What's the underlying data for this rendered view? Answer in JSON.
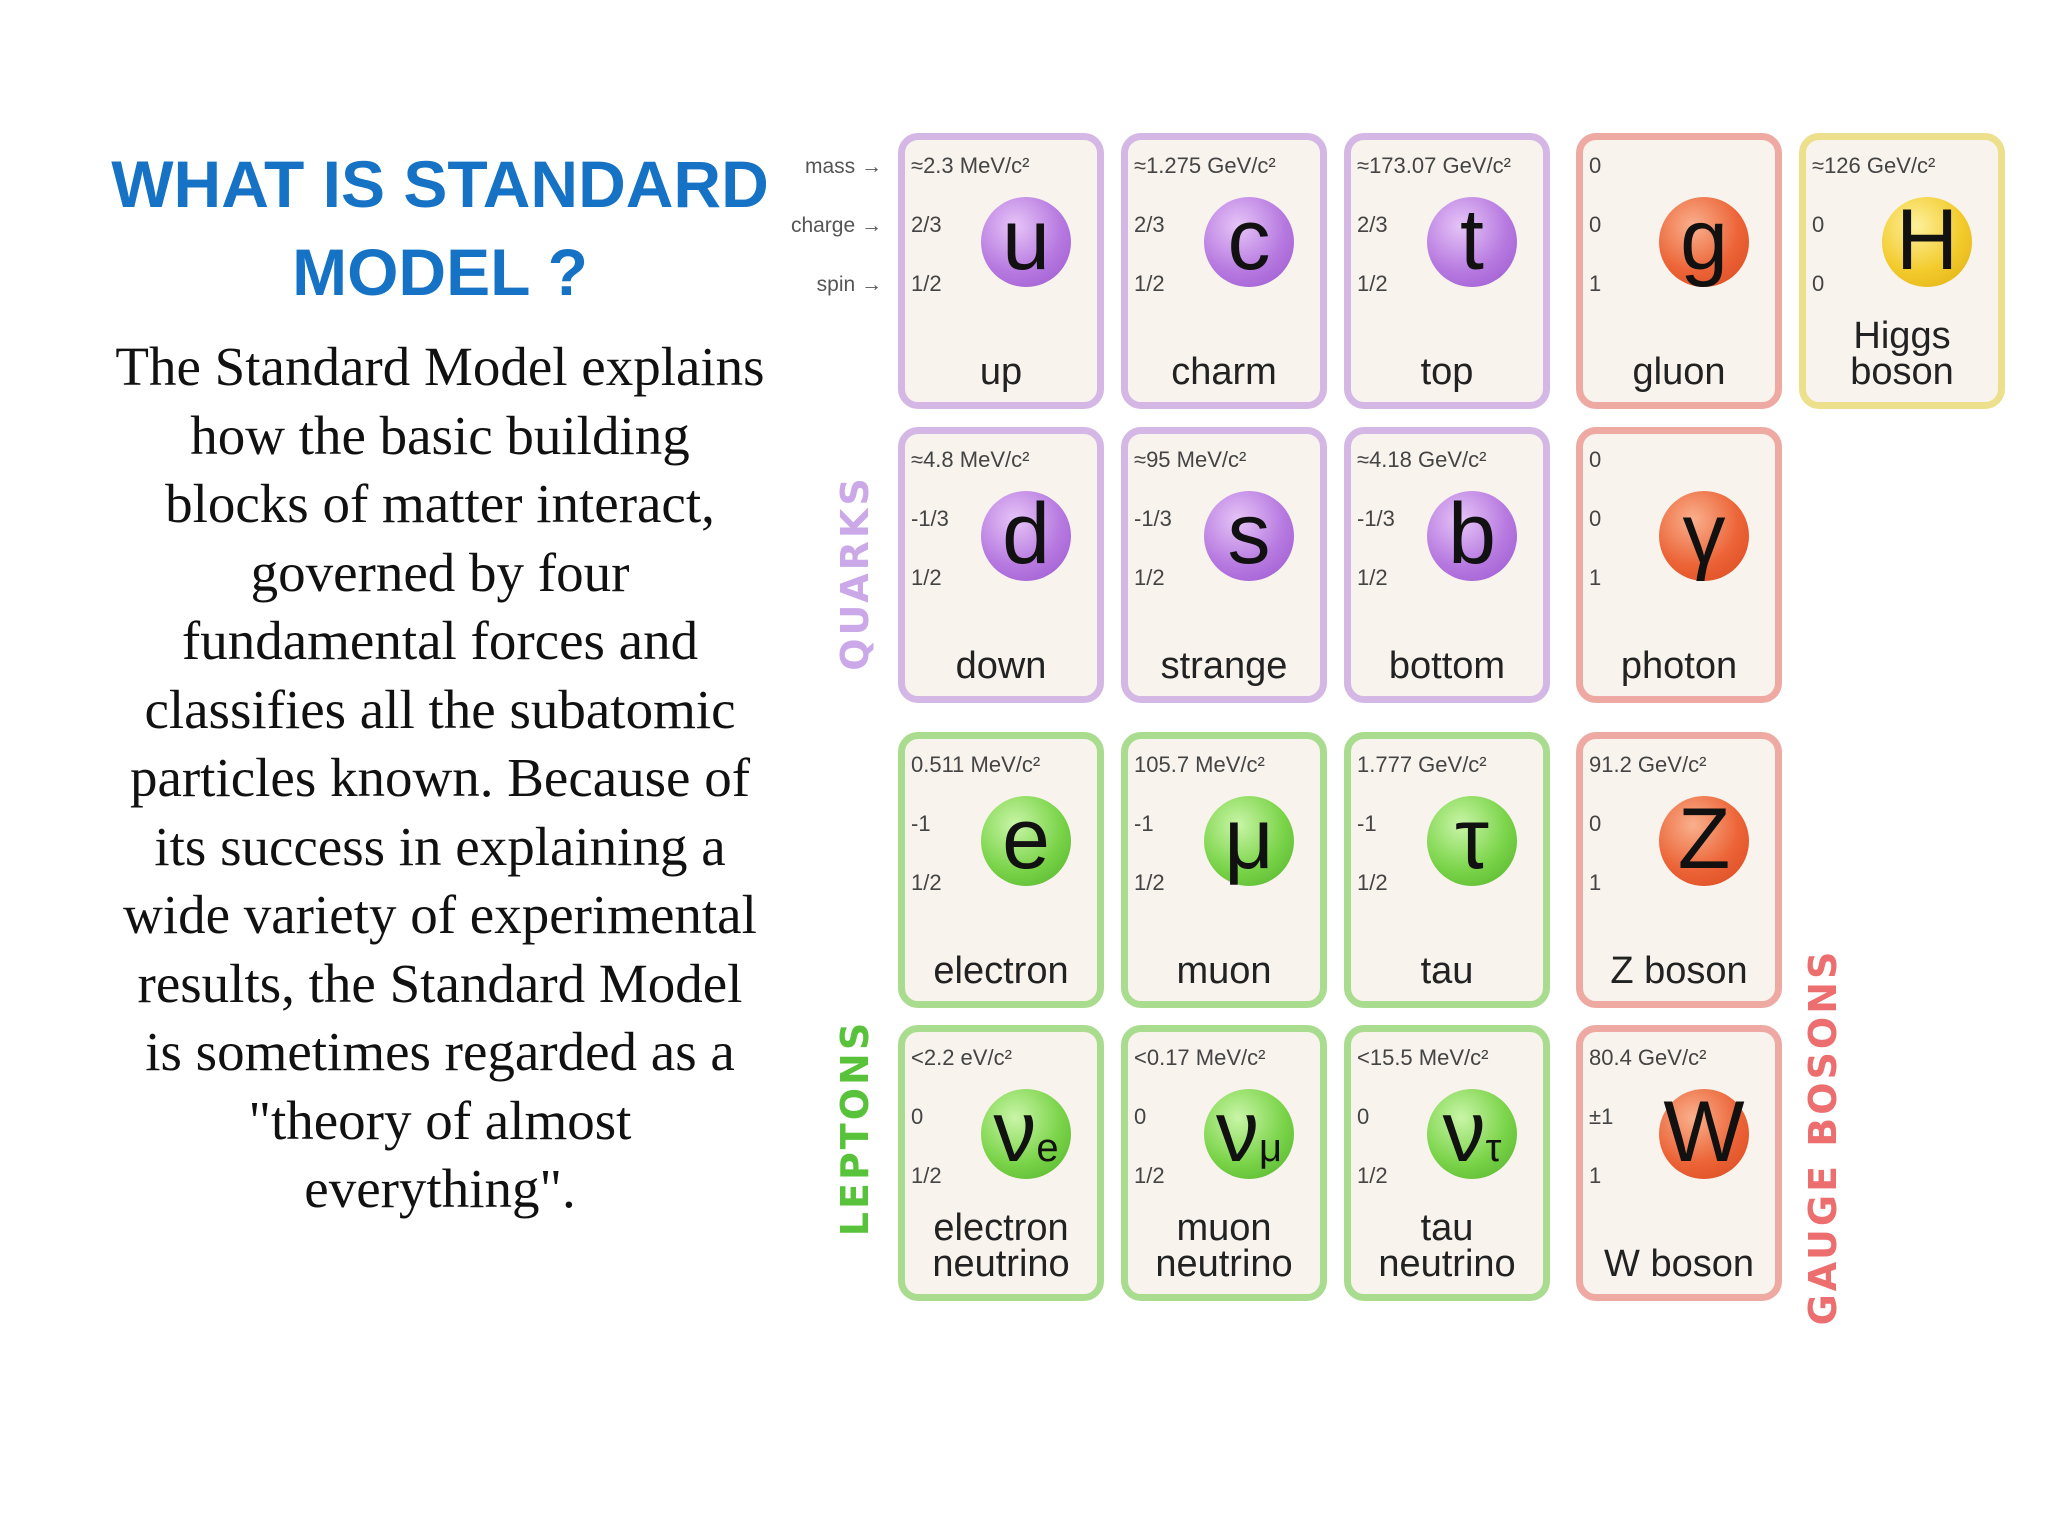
{
  "slide": {
    "title": [
      "WHAT IS STANDARD",
      "MODEL ?"
    ],
    "body": "The Standard Model explains how the basic building blocks of matter interact, governed by four fundamental forces and classifies all the subatomic particles known. Because of its success in explaining a wide variety of experimental results, the Standard Model is sometimes regarded as a \"theory of almost everything\"."
  },
  "legend": {
    "mass": "mass →",
    "charge": "charge →",
    "spin": "spin →"
  },
  "groups": {
    "quarks": "QUARKS",
    "leptons": "LEPTONS",
    "gauge_bosons": "GAUGE BOSONS"
  },
  "colors": {
    "quark": "#b77ae0",
    "lepton": "#7bd44a",
    "boson": "#ec6437",
    "higgs": "#f3cb2c"
  },
  "particles": [
    {
      "id": "up",
      "symbol": "u",
      "mass": "≈2.3 MeV/c²",
      "charge": "2/3",
      "spin": "1/2",
      "name": "up",
      "kind": "quark"
    },
    {
      "id": "charm",
      "symbol": "c",
      "mass": "≈1.275 GeV/c²",
      "charge": "2/3",
      "spin": "1/2",
      "name": "charm",
      "kind": "quark"
    },
    {
      "id": "top",
      "symbol": "t",
      "mass": "≈173.07 GeV/c²",
      "charge": "2/3",
      "spin": "1/2",
      "name": "top",
      "kind": "quark"
    },
    {
      "id": "gluon",
      "symbol": "g",
      "mass": "0",
      "charge": "0",
      "spin": "1",
      "name": "gluon",
      "kind": "boson"
    },
    {
      "id": "higgs",
      "symbol": "H",
      "mass": "≈126 GeV/c²",
      "charge": "0",
      "spin": "0",
      "name": "Higgs boson",
      "kind": "higgs"
    },
    {
      "id": "down",
      "symbol": "d",
      "mass": "≈4.8 MeV/c²",
      "charge": "-1/3",
      "spin": "1/2",
      "name": "down",
      "kind": "quark"
    },
    {
      "id": "strange",
      "symbol": "s",
      "mass": "≈95 MeV/c²",
      "charge": "-1/3",
      "spin": "1/2",
      "name": "strange",
      "kind": "quark"
    },
    {
      "id": "bottom",
      "symbol": "b",
      "mass": "≈4.18 GeV/c²",
      "charge": "-1/3",
      "spin": "1/2",
      "name": "bottom",
      "kind": "quark"
    },
    {
      "id": "photon",
      "symbol": "γ",
      "mass": "0",
      "charge": "0",
      "spin": "1",
      "name": "photon",
      "kind": "boson"
    },
    {
      "id": "electron",
      "symbol": "e",
      "mass": "0.511 MeV/c²",
      "charge": "-1",
      "spin": "1/2",
      "name": "electron",
      "kind": "lepton"
    },
    {
      "id": "muon",
      "symbol": "μ",
      "mass": "105.7 MeV/c²",
      "charge": "-1",
      "spin": "1/2",
      "name": "muon",
      "kind": "lepton"
    },
    {
      "id": "tau",
      "symbol": "τ",
      "mass": "1.777 GeV/c²",
      "charge": "-1",
      "spin": "1/2",
      "name": "tau",
      "kind": "lepton"
    },
    {
      "id": "z-boson",
      "symbol": "Z",
      "mass": "91.2 GeV/c²",
      "charge": "0",
      "spin": "1",
      "name": "Z boson",
      "kind": "boson"
    },
    {
      "id": "electron-neutrino",
      "symbol": "ν",
      "sub": "e",
      "mass": "<2.2 eV/c²",
      "charge": "0",
      "spin": "1/2",
      "name": "electron neutrino",
      "kind": "lepton"
    },
    {
      "id": "muon-neutrino",
      "symbol": "ν",
      "sub": "μ",
      "mass": "<0.17 MeV/c²",
      "charge": "0",
      "spin": "1/2",
      "name": "muon neutrino",
      "kind": "lepton"
    },
    {
      "id": "tau-neutrino",
      "symbol": "ν",
      "sub": "τ",
      "mass": "<15.5 MeV/c²",
      "charge": "0",
      "spin": "1/2",
      "name": "tau neutrino",
      "kind": "lepton"
    },
    {
      "id": "w-boson",
      "symbol": "W",
      "mass": "80.4 GeV/c²",
      "charge": "±1",
      "spin": "1",
      "name": "W boson",
      "kind": "boson"
    }
  ]
}
